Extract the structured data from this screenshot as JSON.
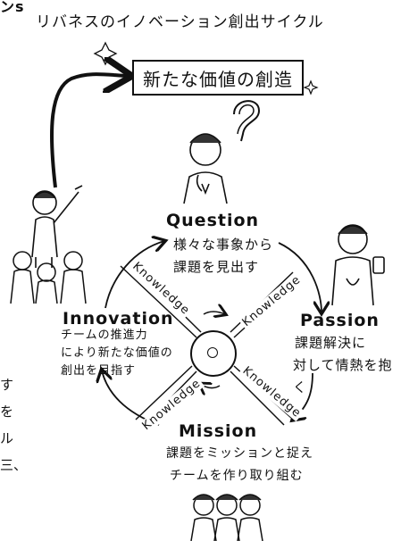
{
  "header": {
    "cut_off_text": "ンs",
    "title": "リバネスのイノベーション創出サイクル"
  },
  "value_box": {
    "label": "新たな価値の創造"
  },
  "nodes": {
    "question": {
      "title": "Question",
      "line1": "様々な事象から",
      "line2": "課題を見出す"
    },
    "passion": {
      "title": "Passion",
      "line1": "課題解決に",
      "line2": "対して情熱を抱く"
    },
    "mission": {
      "title": "Mission",
      "line1": "課題をミッションと捉え",
      "line2": "チームを作り取り組む"
    },
    "innovation": {
      "title": "Innovation",
      "line1": "チームの推進力",
      "line2": "により新たな価値の",
      "line3": "創出を目指す"
    }
  },
  "spokes": {
    "upper_left": "Knowledge",
    "upper_right": "Knowledge",
    "lower_right": "Knowledge",
    "lower_left": "Knowledge"
  },
  "side_column": {
    "chars": [
      "す",
      "を",
      "ル",
      "三、"
    ]
  },
  "icons": {
    "sparkle": "sparkle-icon",
    "question_mark": "question-mark-icon"
  }
}
